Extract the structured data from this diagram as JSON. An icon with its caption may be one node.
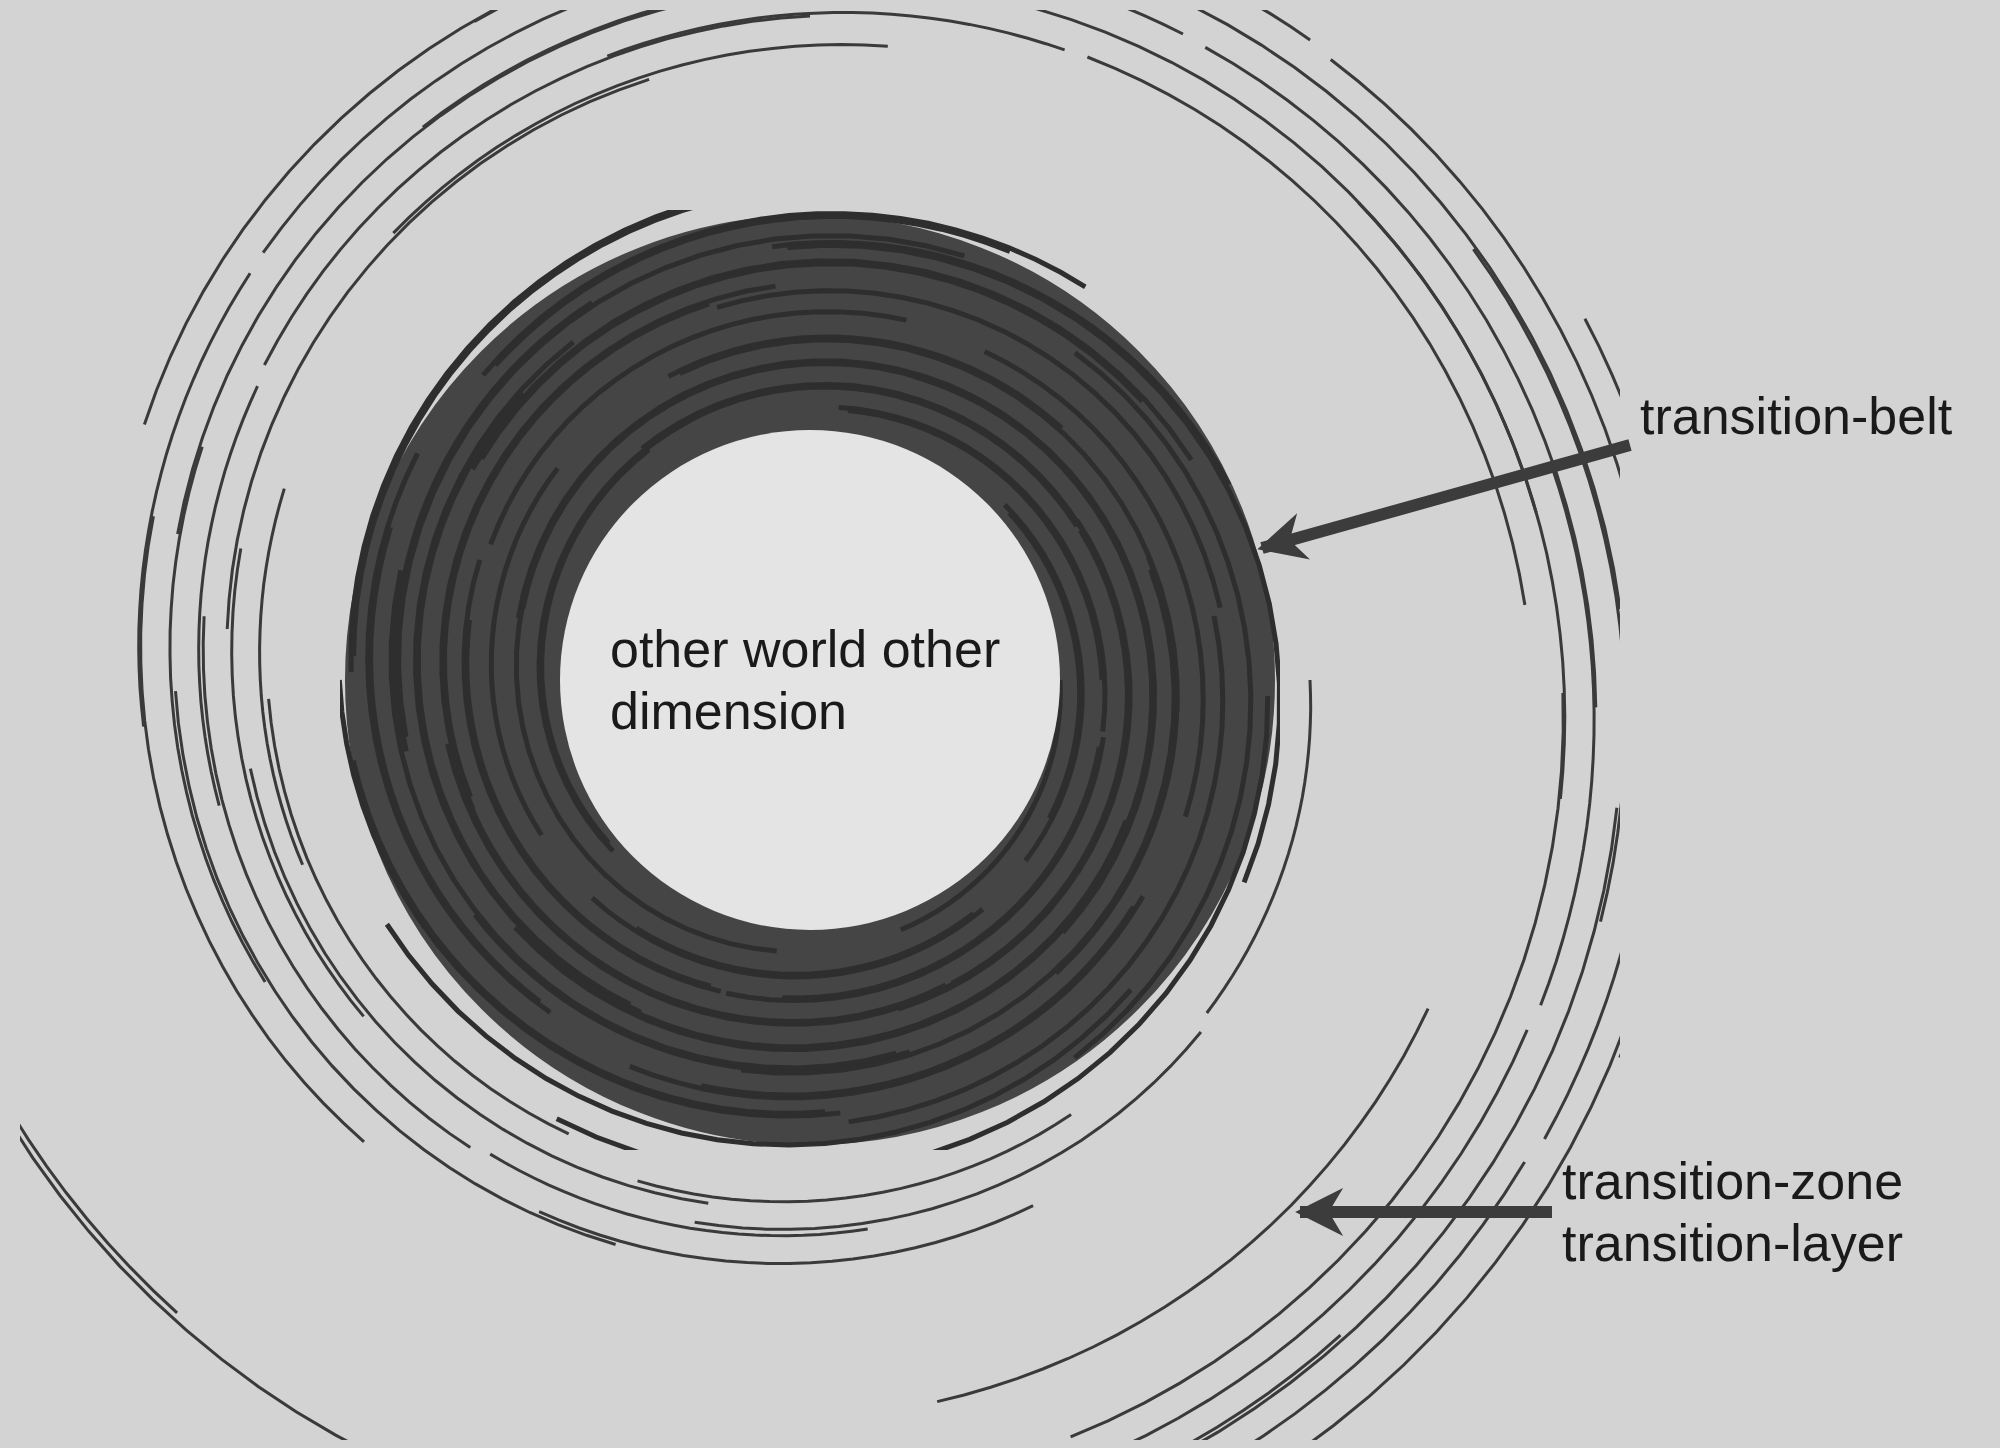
{
  "diagram": {
    "nodes": [
      {
        "text": [
          "other world other dimension"
        ],
        "in": 2
      },
      {
        "text": [
          "transition-belt"
        ]
      },
      {
        "text": [],
        "shape": "picture",
        "in": 4
      },
      {
        "text": [
          "transition-zone transition-layer"
        ]
      },
      {
        "text": [],
        "shape": "picture"
      }
    ],
    "edges": [
      {
        "from": 1,
        "to": 2,
        "arrow": "to"
      },
      {
        "from": 3,
        "to": 4,
        "arrow": "to"
      }
    ]
  }
}
